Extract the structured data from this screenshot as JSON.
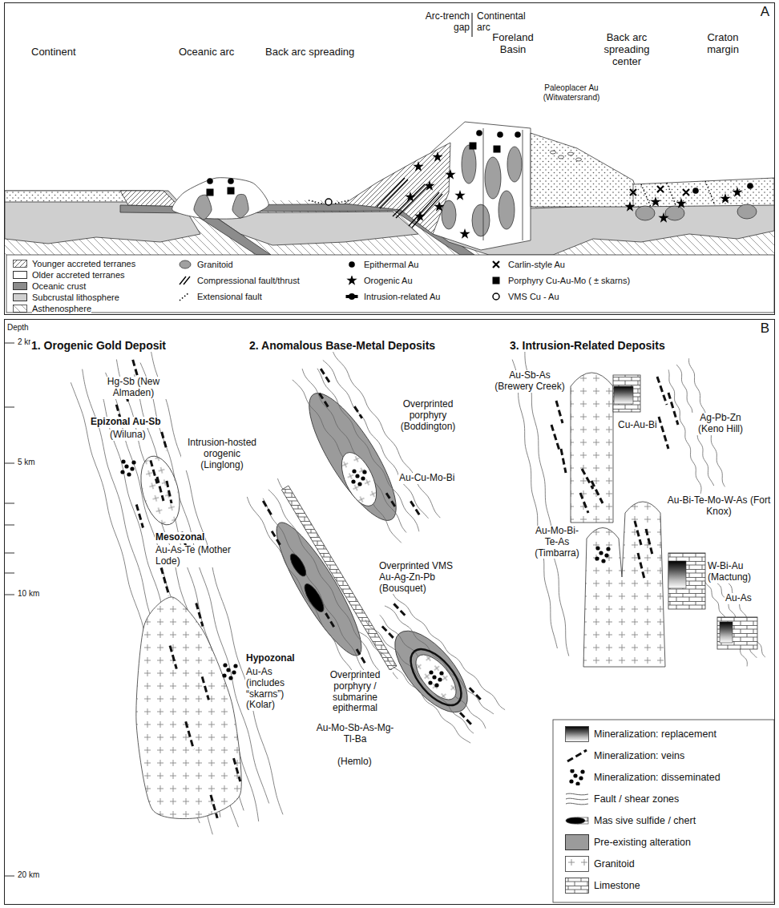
{
  "diagram": {
    "nodes": [
      {
        "text": [
          "A"
        ]
      },
      {
        "text": [
          "B"
        ]
      }
    ],
    "labels": [
      "Arc-trench gap",
      "Continental arc",
      "Continent",
      "Oceanic arc",
      "Back arc spreading",
      "Foreland Basin",
      "Back arc spreading center",
      "Craton margin",
      "Paleoplacer Au (Witwatersrand)",
      "Depth",
      "2 km",
      "5 km",
      "10 km",
      "20 km",
      "1. Orogenic Gold Deposit",
      "2. Anomalous Base-Metal Deposits",
      "3. Intrusion-Related Deposits",
      "Hg-Sb (New Almaden)",
      "Epizonal Au-Sb",
      "(Wiluna)",
      "Intrusion-hosted orogenic (Linglong)",
      "Mesozonal",
      "Au-As-Te (Mother Lode)",
      "Hypozonal",
      "Au-As (includes “skarns”) (Kolar)",
      "Overprinted porphyry (Boddington)",
      "Au-Cu-Mo-Bi",
      "Overprinted VMS Au-Ag-Zn-Pb (Bousquet)",
      "Overprinted porphyry / submarine epithermal",
      "Au-Mo-Sb-As-Mg-Tl-Ba",
      "(Hemlo)",
      "Au-Sb-As (Brewery Creek)",
      "Cu-Au-Bi",
      "Ag-Pb-Zn (Keno Hill)",
      "Au-Bi-Te-Mo-W-As (Fort Knox)",
      "Au-Mo-Bi-Te-As (Timbarra)",
      "W-Bi-Au (Mactung)",
      "Au-As"
    ],
    "legend": [
      {
        "text": "Younger accreted terranes"
      },
      {
        "text": "Older accreted terranes",
        "color": "#ffffff"
      },
      {
        "text": "Oceanic crust",
        "color": "#8c8c8c"
      },
      {
        "text": "Subcrustal lithosphere",
        "color": "#cfcfcf"
      },
      {
        "text": "Asthenosphere"
      },
      {
        "text": "Granitoid"
      },
      {
        "text": "Compressional fault/thrust"
      },
      {
        "text": "Extensional fault"
      },
      {
        "text": "Epithermal Au"
      },
      {
        "text": "Orogenic Au"
      },
      {
        "text": "Intrusion-related Au"
      },
      {
        "text": "Carlin-style Au"
      },
      {
        "text": "Porphyry Cu-Au-Mo ( ± skarns)"
      },
      {
        "text": "VMS Cu - Au"
      },
      {
        "text": "Mineralization: replacement"
      },
      {
        "text": "Mineralization: veins"
      },
      {
        "text": "Mineralization: disseminated"
      },
      {
        "text": "Fault / shear zones"
      },
      {
        "text": "Mas sive sulfide / chert"
      },
      {
        "text": "Pre-existing alteration",
        "color": "#9b9b9b"
      },
      {
        "text": "Granitoid"
      },
      {
        "text": "Limestone"
      }
    ]
  }
}
